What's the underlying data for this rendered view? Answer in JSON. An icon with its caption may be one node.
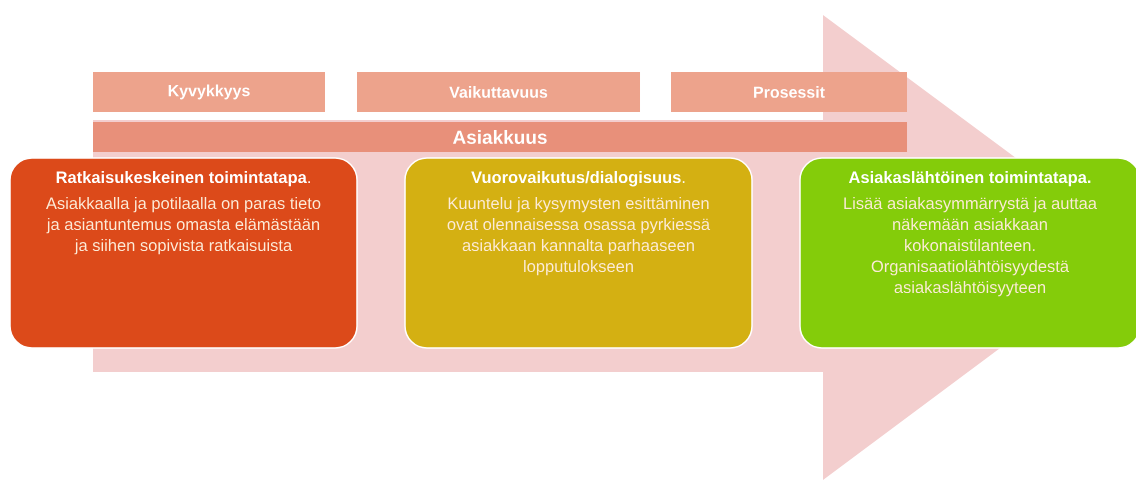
{
  "diagram": {
    "nodes": [
      {
        "text": [
          "Kyvykkyys"
        ]
      },
      {
        "text": [
          "Vaikuttavuus"
        ]
      },
      {
        "text": [
          "Prosessit"
        ]
      },
      {
        "text": [
          "Asiakkuus"
        ]
      },
      {
        "text": [
          "**Ratkaisukeskeinen toimintatapa**.",
          "Asiakkaalla ja potilaalla on paras tieto ja asiantuntemus omasta elämästään ja siihen sopivista ratkaisuista"
        ]
      },
      {
        "text": [
          "**Vuorovaikutus/dialogisuus**.",
          "Kuuntelu ja kysymysten esittäminen ovat olennaisessa osassa pyrkiessä asiakkaan kannalta parhaaseen lopputulokseen"
        ]
      },
      {
        "text": [
          "**Asiakaslähtöinen toimintatapa.**",
          "Lisää asiakasymmärrystä ja auttaa näkemään asiakkaan kokonaistilanteen. Organisaatiolähtöisyydestä asiakaslähtöisyyteen"
        ]
      }
    ],
    "edges": [
      {
        "from": 4,
        "to": 6,
        "arrow": "to"
      }
    ]
  }
}
